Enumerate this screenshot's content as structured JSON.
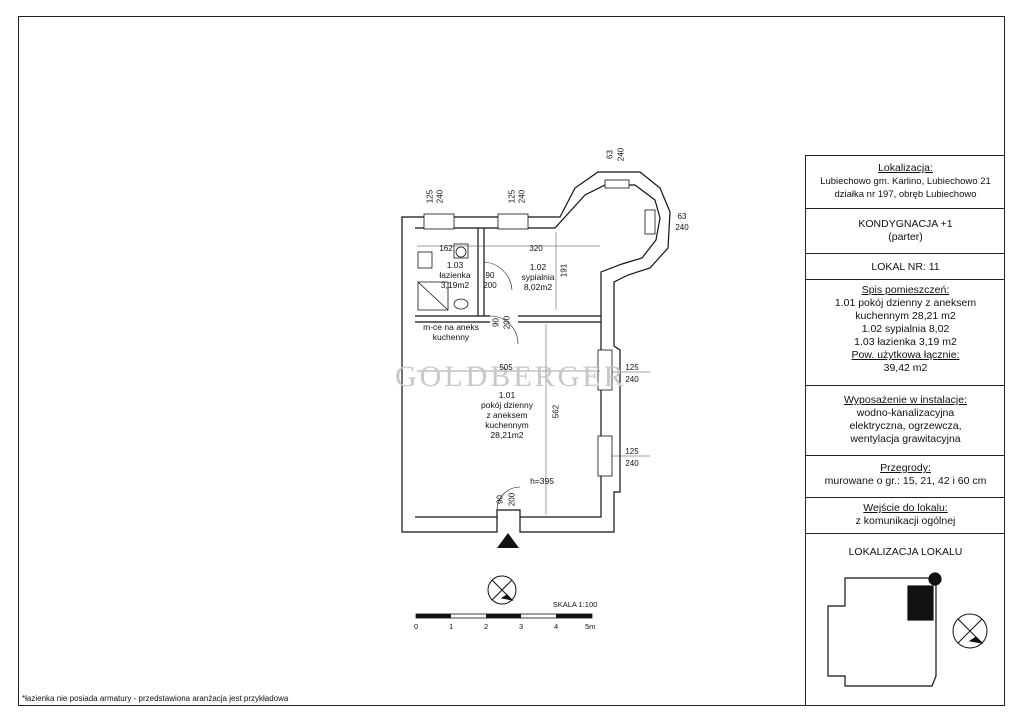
{
  "panel": {
    "lokalizacja_title": "Lokalizacja:",
    "lokalizacja_line1": "Lubiechowo gm. Karlino, Lubiechowo 21",
    "lokalizacja_line2": "działka nr 197, obręb Lubiechowo",
    "kondygnacja_line1": "KONDYGNACJA +1",
    "kondygnacja_line2": "(parter)",
    "lokal": "LOKAL NR: 11",
    "spis_title": "Spis pomieszczeń:",
    "spis_line1": "1.01 pokój dzienny z aneksem",
    "spis_line2": "kuchennym 28,21 m2",
    "spis_line3": "1.02 sypialnia 8,02",
    "spis_line4": "1.03 łazienka 3,19 m2",
    "pow_title": "Pow. użytkowa łącznie:",
    "pow_value": "39,42 m2",
    "wyp_title": "Wyposażenie w instalacje:",
    "wyp_line1": "wodno-kanalizacyjna",
    "wyp_line2": "elektryczna, ogrzewcza,",
    "wyp_line3": "wentylacja grawitacyjna",
    "przegrody_title": "Przegrody:",
    "przegrody_value": "murowane o gr.: 15, 21, 42 i 60 cm",
    "wejscie_title": "Wejście do lokalu:",
    "wejscie_value": "z komunikacji ogólnej",
    "lokalizacja_lokalu": "LOKALIZACJA LOKALU"
  },
  "plan": {
    "room_103": [
      "1.03",
      "łazienka",
      "3,19m2"
    ],
    "room_102": [
      "1.02",
      "sypialnia",
      "8,02m2"
    ],
    "room_101": [
      "1.01",
      "pokój dzienny",
      "z aneksem",
      "kuchennym",
      "28,21m2"
    ],
    "kitchen_area": [
      "m-ce na aneks",
      "kuchenny"
    ],
    "height": "h=395",
    "dims": {
      "d162": "162",
      "d320": "320",
      "d191": "191",
      "d505": "505",
      "d562": "562",
      "w125": "125",
      "w240": "240",
      "w63": "63",
      "door90": "90",
      "door200": "200"
    },
    "watermark": "GOLDBERGER"
  },
  "scale": {
    "label": "SKALA 1:100",
    "ticks": [
      "0",
      "1",
      "2",
      "3",
      "4",
      "5m"
    ]
  },
  "footnote": "*łazienka nie posiada armatury - przedstawiona aranżacja jest przykładowa"
}
